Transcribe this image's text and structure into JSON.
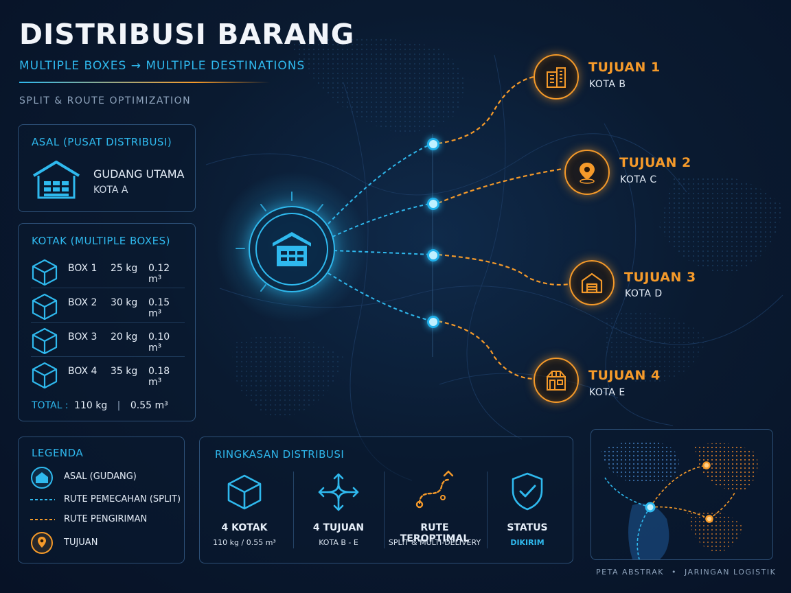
{
  "header": {
    "title": "DISTRIBUSI BARANG",
    "subtitle": "MULTIPLE BOXES → MULTIPLE DESTINATIONS",
    "tagline": "SPLIT & ROUTE OPTIMIZATION"
  },
  "origin_panel": {
    "title": "ASAL (PUSAT DISTRIBUSI)",
    "name": "GUDANG UTAMA",
    "city": "KOTA A",
    "icon": "warehouse-icon"
  },
  "boxes_panel": {
    "title": "KOTAK (MULTIPLE BOXES)",
    "boxes": [
      {
        "label": "BOX 1",
        "weight": "25 kg",
        "volume": "0.12 m³"
      },
      {
        "label": "BOX 2",
        "weight": "30 kg",
        "volume": "0.15 m³"
      },
      {
        "label": "BOX 3",
        "weight": "20 kg",
        "volume": "0.10 m³"
      },
      {
        "label": "BOX 4",
        "weight": "35 kg",
        "volume": "0.18 m³"
      }
    ],
    "total_label": "TOTAL :",
    "total_weight": "110 kg",
    "total_sep": "|",
    "total_volume": "0.55 m³"
  },
  "destinations": [
    {
      "title": "TUJUAN 1",
      "city": "KOTA B",
      "icon": "building-icon"
    },
    {
      "title": "TUJUAN 2",
      "city": "KOTA C",
      "icon": "location-pin-icon"
    },
    {
      "title": "TUJUAN 3",
      "city": "KOTA D",
      "icon": "warehouse-icon"
    },
    {
      "title": "TUJUAN 4",
      "city": "KOTA E",
      "icon": "storefront-icon"
    }
  ],
  "legend": {
    "title": "LEGENDA",
    "items": [
      {
        "label": "ASAL (GUDANG)",
        "icon": "warehouse-icon"
      },
      {
        "label": "RUTE PEMECAHAN (SPLIT)",
        "icon": "dashed-cyan-line"
      },
      {
        "label": "RUTE PENGIRIMAN",
        "icon": "dashed-orange-line"
      },
      {
        "label": "TUJUAN",
        "icon": "location-pin-icon"
      }
    ]
  },
  "summary": {
    "title": "RINGKASAN DISTRIBUSI",
    "items": [
      {
        "title": "4 KOTAK",
        "sub": "110 kg / 0.55 m³",
        "icon": "box-icon"
      },
      {
        "title": "4 TUJUAN",
        "sub": "KOTA B - E",
        "icon": "split-arrows-icon"
      },
      {
        "title": "RUTE TEROPTIMAL",
        "sub": "SPLIT & MULTI-DELIVERY",
        "icon": "route-icon"
      },
      {
        "title": "STATUS",
        "sub": "DIKIRIM",
        "icon": "shield-check-icon"
      }
    ]
  },
  "map_caption": {
    "left": "PETA ABSTRAK",
    "bullet": "•",
    "right": "JARINGAN LOGISTIK"
  },
  "colors": {
    "background": "#0a1a30",
    "accent_cyan": "#2fb9ee",
    "accent_orange": "#f59a2a",
    "text": "#e6eef8"
  }
}
